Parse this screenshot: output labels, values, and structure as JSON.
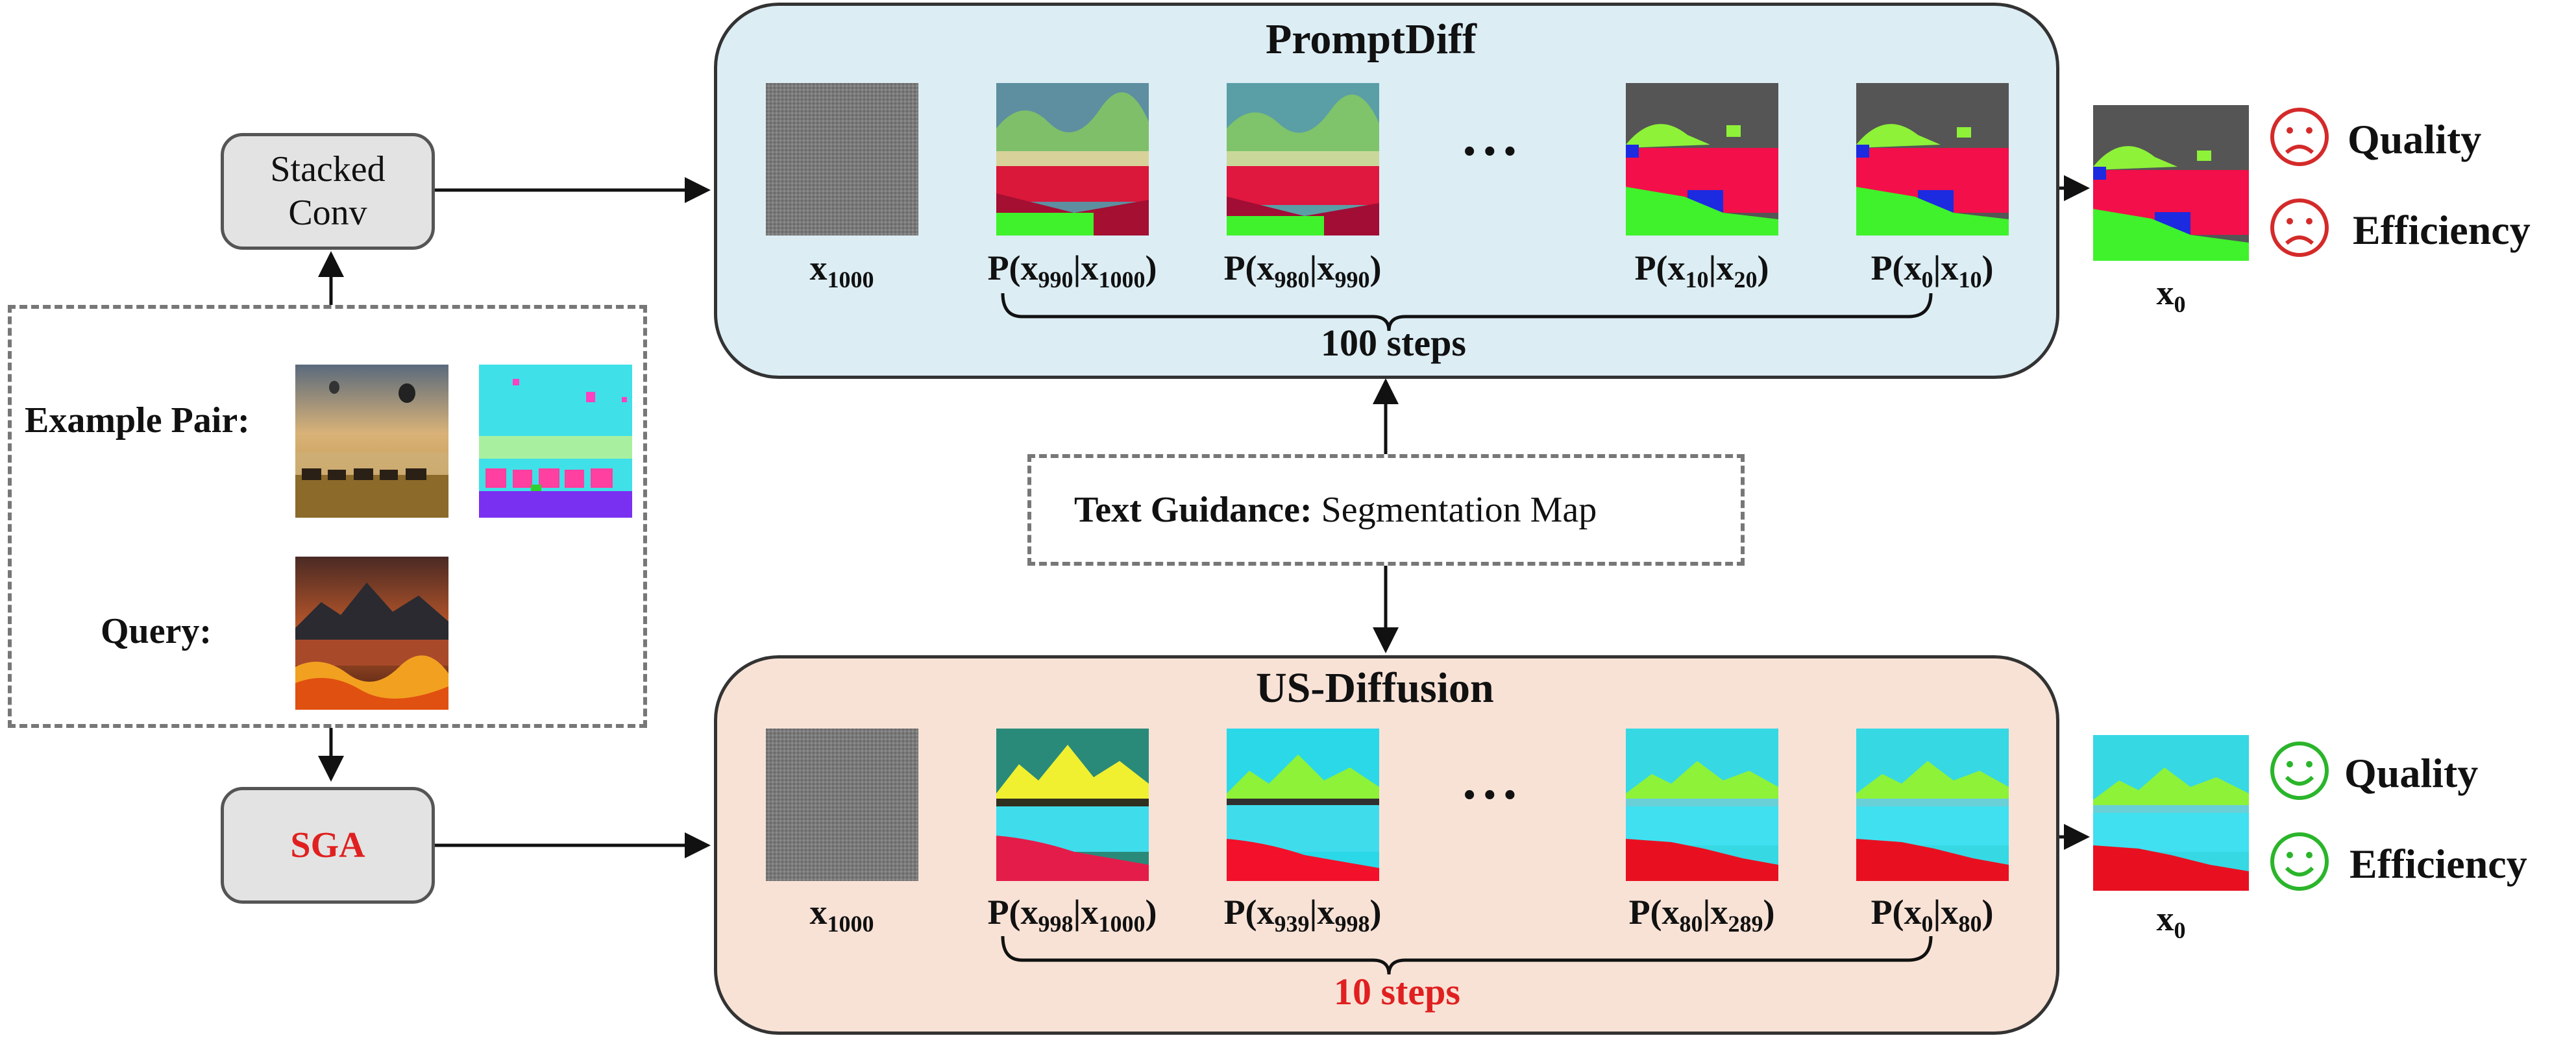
{
  "left": {
    "stacked_conv_line1": "Stacked",
    "stacked_conv_line2": "Conv",
    "example_pair_label": "Example Pair:",
    "query_label": "Query:",
    "sga_label": "SGA"
  },
  "guidance": {
    "bold": "Text Guidance:",
    "rest": " Segmentation Map"
  },
  "top": {
    "title": "PromptDiff",
    "steps_label": "100 steps",
    "captions": [
      {
        "main": "x",
        "sub": "1000"
      },
      {
        "pre": "P(x",
        "sub1": "990",
        "mid": "|x",
        "sub2": "1000",
        "post": ")"
      },
      {
        "pre": "P(x",
        "sub1": "980",
        "mid": "|x",
        "sub2": "990",
        "post": ")"
      },
      {
        "pre": "P(x",
        "sub1": "10",
        "mid": "|x",
        "sub2": "20",
        "post": ")"
      },
      {
        "pre": "P(x",
        "sub1": "0",
        "mid": "|x",
        "sub2": "10",
        "post": ")"
      }
    ],
    "output_caption": {
      "main": "x",
      "sub": "0"
    },
    "quality_label": "Quality",
    "efficiency_label": "Efficiency",
    "quality_face": "frown-face-icon",
    "efficiency_face": "frown-face-icon",
    "face_color": "#d42a2a",
    "panel_color": "#dcedf4"
  },
  "bottom": {
    "title": "US-Diffusion",
    "steps_label": "10 steps",
    "captions": [
      {
        "main": "x",
        "sub": "1000"
      },
      {
        "pre": "P(x",
        "sub1": "998",
        "mid": "|x",
        "sub2": "1000",
        "post": ")"
      },
      {
        "pre": "P(x",
        "sub1": "939",
        "mid": "|x",
        "sub2": "998",
        "post": ")"
      },
      {
        "pre": "P(x",
        "sub1": "80",
        "mid": "|x",
        "sub2": "289",
        "post": ")"
      },
      {
        "pre": "P(x",
        "sub1": "0",
        "mid": "|x",
        "sub2": "80",
        "post": ")"
      }
    ],
    "output_caption": {
      "main": "x",
      "sub": "0"
    },
    "quality_label": "Quality",
    "efficiency_label": "Efficiency",
    "quality_face": "smile-face-icon",
    "efficiency_face": "smile-face-icon",
    "face_color": "#2ab52a",
    "panel_color": "#f8e2d6"
  },
  "ellipsis": "• • •"
}
